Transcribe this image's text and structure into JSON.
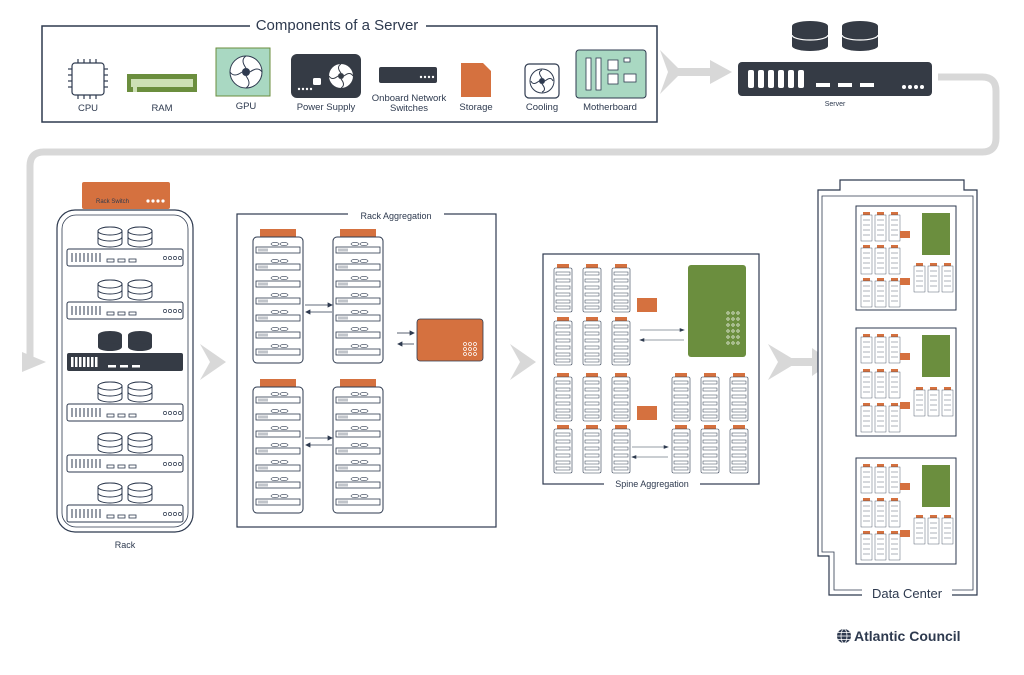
{
  "colors": {
    "navy": "#2e3a4f",
    "orange": "#d5713f",
    "green": "#6b8e3e",
    "mint": "#a9d8c2",
    "gray": "#dcdcdc",
    "dark": "#353b45",
    "line": "#d8d8d8"
  },
  "components": {
    "title": "Components of a Server",
    "items": [
      {
        "label": "CPU",
        "icon": "cpu-icon"
      },
      {
        "label": "RAM",
        "icon": "ram-icon"
      },
      {
        "label": "GPU",
        "icon": "gpu-icon"
      },
      {
        "label": "Power Supply",
        "icon": "power-supply-icon"
      },
      {
        "label_line1": "Onboard Network",
        "label_line2": "Switches",
        "icon": "network-switch-icon"
      },
      {
        "label": "Storage",
        "icon": "storage-icon"
      },
      {
        "label": "Cooling",
        "icon": "cooling-fan-icon"
      },
      {
        "label": "Motherboard",
        "icon": "motherboard-icon"
      }
    ]
  },
  "server": {
    "label": "Server"
  },
  "rack": {
    "label": "Rack",
    "switch_label": "Rack Switch"
  },
  "rack_aggregation": {
    "title": "Rack Aggregation"
  },
  "spine_aggregation": {
    "title": "Spine Aggregation"
  },
  "data_center": {
    "title": "Data Center"
  },
  "brand": {
    "name": "Atlantic Council",
    "icon": "globe-icon"
  }
}
